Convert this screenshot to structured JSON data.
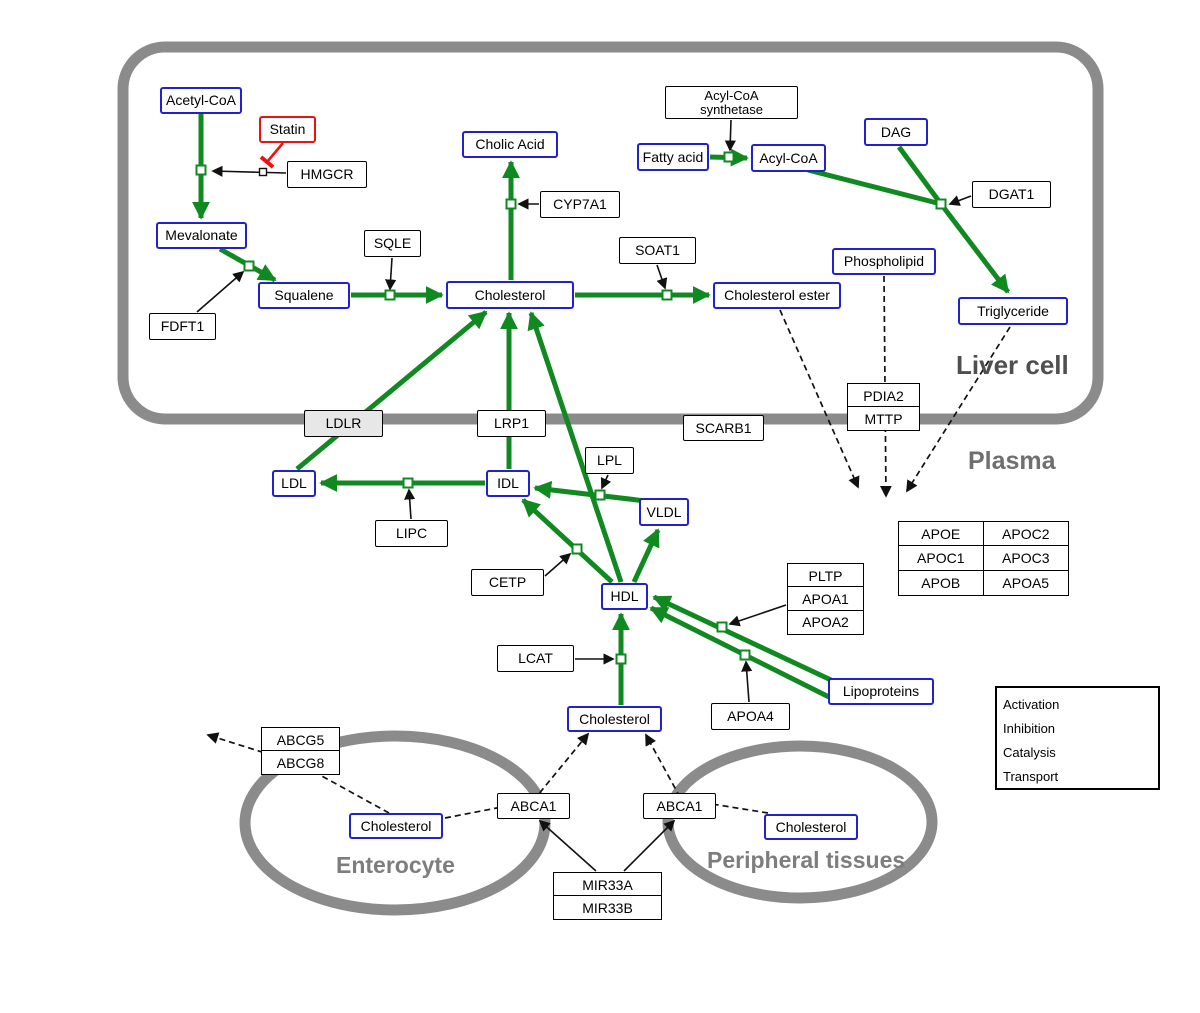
{
  "compartments": {
    "liver_cell": "Liver cell",
    "plasma": "Plasma",
    "enterocyte": "Enterocyte",
    "peripheral_tissues": "Peripheral tissues"
  },
  "nodes": {
    "acetyl_coa": "Acetyl-CoA",
    "statin": "Statin",
    "hmgcr": "HMGCR",
    "mevalonate": "Mevalonate",
    "fdft1": "FDFT1",
    "squalene": "Squalene",
    "sqle": "SQLE",
    "cholic_acid": "Cholic Acid",
    "cyp7a1": "CYP7A1",
    "cholesterol_liver": "Cholesterol",
    "soat1": "SOAT1",
    "cholesterol_ester": "Cholesterol ester",
    "fatty_acid": "Fatty acid",
    "acyl_coa": "Acyl-CoA",
    "acyl_coa_synthetase_line1": "Acyl-CoA",
    "acyl_coa_synthetase_line2": "synthetase",
    "dag": "DAG",
    "dgat1": "DGAT1",
    "phospholipid": "Phospholipid",
    "triglyceride": "Triglyceride",
    "pdia2": "PDIA2",
    "mttp": "MTTP",
    "ldlr": "LDLR",
    "lrp1": "LRP1",
    "scarb1": "SCARB1",
    "ldl": "LDL",
    "idl": "IDL",
    "lpl": "LPL",
    "vldl": "VLDL",
    "lipc": "LIPC",
    "cetp": "CETP",
    "hdl": "HDL",
    "lcat": "LCAT",
    "pltp": "PLTP",
    "apoa1": "APOA1",
    "apoa2": "APOA2",
    "apoa4": "APOA4",
    "lipoproteins": "Lipoproteins",
    "cholesterol_plasma": "Cholesterol",
    "abcg5": "ABCG5",
    "abcg8": "ABCG8",
    "cholesterol_enterocyte": "Cholesterol",
    "abca1_left": "ABCA1",
    "abca1_right": "ABCA1",
    "cholesterol_peripheral": "Cholesterol",
    "mir33a": "MIR33A",
    "mir33b": "MIR33B"
  },
  "apo_table": {
    "rows": [
      [
        "APOE",
        "APOC2"
      ],
      [
        "APOC1",
        "APOC3"
      ],
      [
        "APOB",
        "APOA5"
      ]
    ]
  },
  "legend": {
    "activation": "Activation",
    "inhibition": "Inhibition",
    "catalysis": "Catalysis",
    "transport": "Transport"
  },
  "colors": {
    "activation_green": "#108a20",
    "inhibition_red": "#ee1111",
    "metabolite_border_blue": "#2222cc",
    "membrane_gray": "#8b8b8b"
  }
}
